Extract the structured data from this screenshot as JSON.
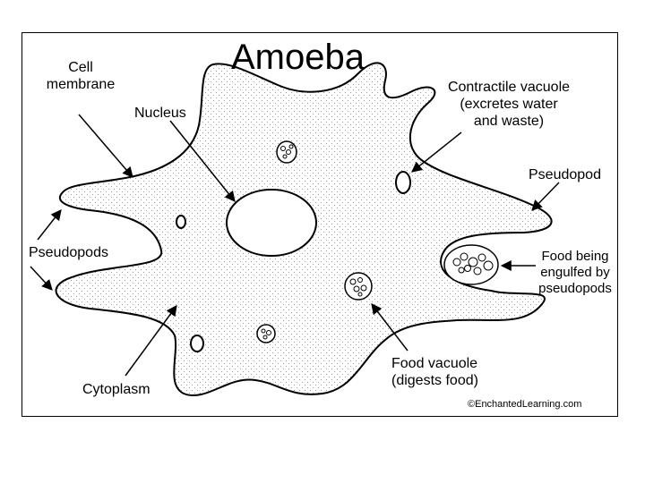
{
  "title": "Amoeba",
  "labels": {
    "cell_membrane": "Cell\nmembrane",
    "nucleus": "Nucleus",
    "contractile_vacuole": "Contractile vacuole\n(excretes water\nand waste)",
    "pseudopod": "Pseudopod",
    "pseudopods": "Pseudopods",
    "food_being_engulfed": "Food being\nengulfed by\npseudopods",
    "cytoplasm": "Cytoplasm",
    "food_vacuole": "Food vacuole\n(digests food)"
  },
  "credit": "©EnchantedLearning.com",
  "colors": {
    "line": "#000000",
    "background": "#ffffff",
    "stipple": "#9a9a9a"
  }
}
